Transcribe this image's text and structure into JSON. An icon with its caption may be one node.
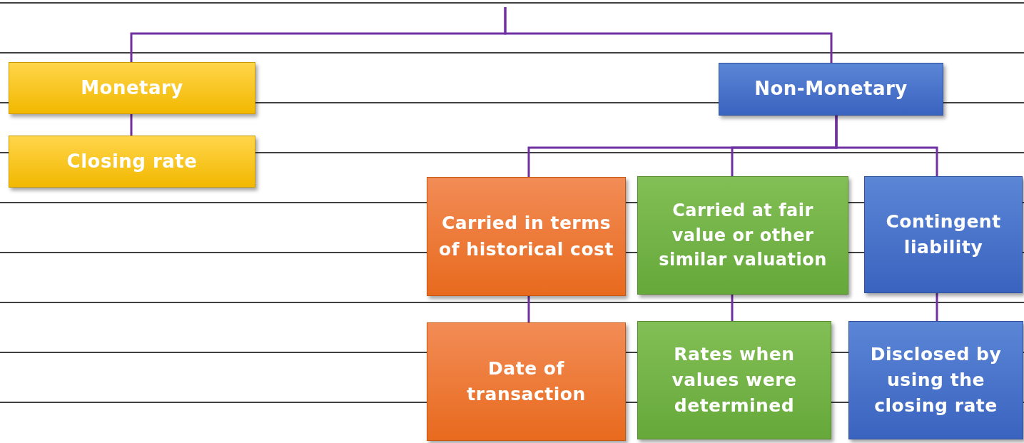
{
  "diagram": {
    "nodes": [
      {
        "text": [
          "Monetary"
        ]
      },
      {
        "text": [
          "Closing rate"
        ]
      },
      {
        "text": [
          "Non-Monetary"
        ]
      },
      {
        "text": [
          "Carried in terms of historical cost"
        ]
      },
      {
        "text": [
          "Carried at fair value or other similar valuation"
        ]
      },
      {
        "text": [
          "Contingent liability"
        ]
      },
      {
        "text": [
          "Date of transaction"
        ]
      },
      {
        "text": [
          "Rates when values were determined"
        ]
      },
      {
        "text": [
          "Disclosed by using the closing rate"
        ]
      }
    ],
    "edges": [
      {
        "from": null,
        "to": 0,
        "arrow": "none"
      },
      {
        "from": null,
        "to": 2,
        "arrow": "none"
      },
      {
        "from": 0,
        "to": 1,
        "arrow": "none"
      },
      {
        "from": 2,
        "to": 3,
        "arrow": "none"
      },
      {
        "from": 2,
        "to": 4,
        "arrow": "none"
      },
      {
        "from": 2,
        "to": 5,
        "arrow": "none"
      },
      {
        "from": 3,
        "to": 6,
        "arrow": "none"
      },
      {
        "from": 4,
        "to": 7,
        "arrow": "none"
      },
      {
        "from": 5,
        "to": 8,
        "arrow": "none"
      }
    ]
  }
}
